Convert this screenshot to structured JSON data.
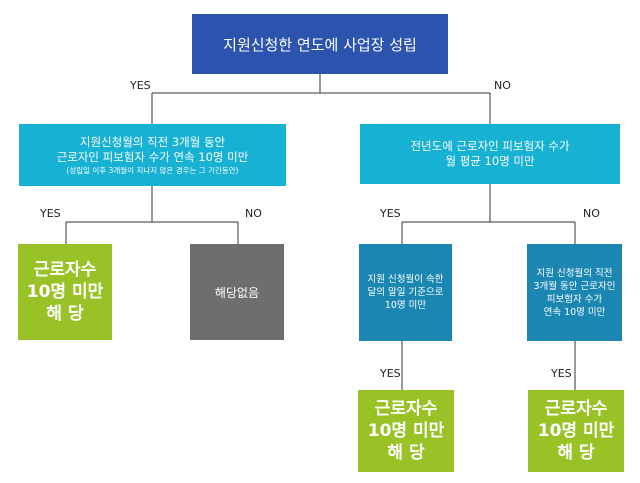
{
  "root": {
    "text": "지원신청한 연도에 사업장 성립"
  },
  "yes_branch": {
    "label": "YES",
    "condition": {
      "line1": "지원신청월의 직전 3개월 동안",
      "line2": "근로자인 피보험자 수가 연속 10명 미만",
      "note": "(성립일 이후 3개월이 지나지 않은 경우는 그 기간동안)"
    },
    "yes_label": "YES",
    "no_label": "NO",
    "yes_result": {
      "line1": "근로자수",
      "line2": "10명 미만",
      "line3": "해 당"
    },
    "no_result": {
      "text": "해당없음"
    }
  },
  "no_branch": {
    "label": "NO",
    "condition": {
      "line1": "전년도에 근로자인 피보험자 수가",
      "line2": "월 평균 10명 미만"
    },
    "yes_label": "YES",
    "no_label": "NO",
    "yes_condition": {
      "line1": "지원 신청월이 속한",
      "line2": "달의 말일 기준으로",
      "line3": "10명 미만"
    },
    "no_condition": {
      "line1": "지원 신청월의 직전",
      "line2": "3개월 동안 근로자인",
      "line3": "피보험자 수가",
      "line4": "연속 10명 미만"
    },
    "yes_yes_label": "YES",
    "no_yes_label": "YES",
    "yes_result": {
      "line1": "근로자수",
      "line2": "10명 미만",
      "line3": "해 당"
    },
    "no_result": {
      "line1": "근로자수",
      "line2": "10명 미만",
      "line3": "해 당"
    }
  },
  "colors": {
    "root": "#2c53ad",
    "level1": "#17b1d3",
    "level2": "#1b86b2",
    "result_yes": "#99c227",
    "result_none": "#6d6e70",
    "connector": "#333333"
  }
}
